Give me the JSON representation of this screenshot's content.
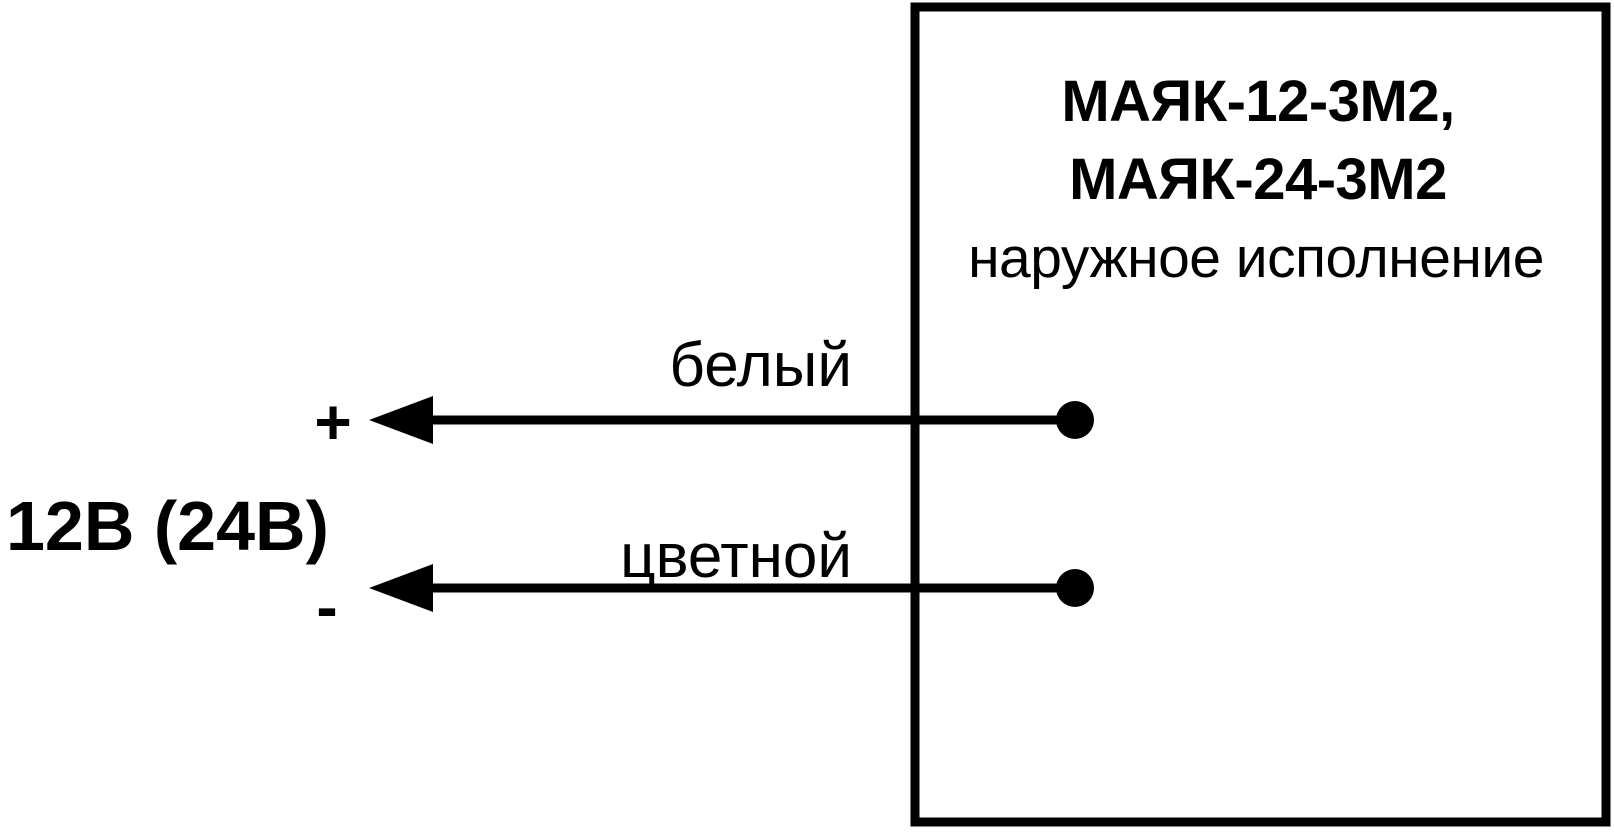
{
  "diagram": {
    "type": "wiring-schematic",
    "background_color": "#ffffff",
    "line_color": "#000000",
    "device_box": {
      "title_line_1": "МАЯК-12-3М2,",
      "title_line_2": "МАЯК-24-3М2",
      "subtitle": "наружное исполнение"
    },
    "power_source": {
      "label": "12В (24В)",
      "positive_symbol": "+",
      "negative_symbol": "-"
    },
    "wires": [
      {
        "label": "белый",
        "polarity": "+",
        "terminal": "terminal-dot"
      },
      {
        "label": "цветной",
        "polarity": "-",
        "terminal": "terminal-dot"
      }
    ]
  }
}
